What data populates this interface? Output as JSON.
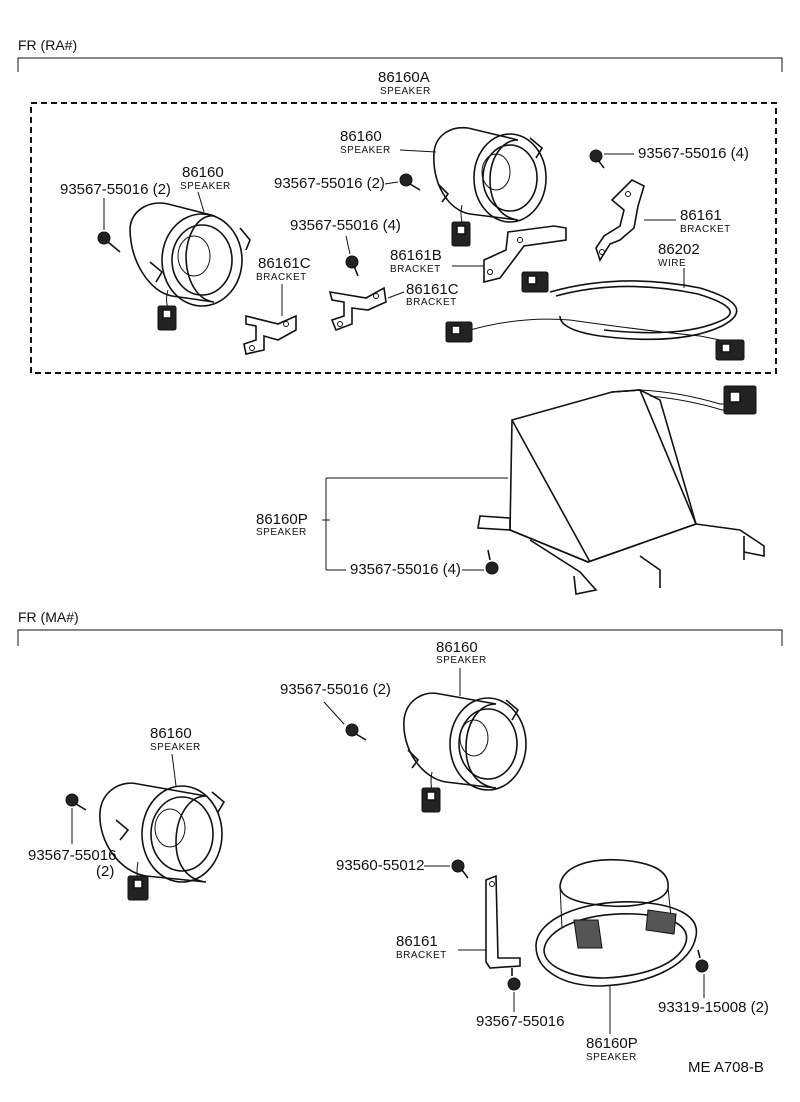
{
  "sections": {
    "upper_title": "FR (RA#)",
    "lower_title": "FR (MA#)"
  },
  "callouts": {
    "assy_num": "86160A",
    "assy_name": "SPEAKER",
    "ra_spk_center_num": "86160",
    "ra_spk_center_name": "SPEAKER",
    "ra_spk_left_num": "86160",
    "ra_spk_left_name": "SPEAKER",
    "ra_screw_left": "93567-55016 (2)",
    "ra_screw_mid": "93567-55016 (2)",
    "ra_screw_right": "93567-55016 (4)",
    "ra_screw_center": "93567-55016 (4)",
    "ra_bracket_c1_num": "86161C",
    "ra_bracket_c1_name": "BRACKET",
    "ra_bracket_c2_num": "86161C",
    "ra_bracket_c2_name": "BRACKET",
    "ra_bracket_b_num": "86161B",
    "ra_bracket_b_name": "BRACKET",
    "ra_bracket_r_num": "86161",
    "ra_bracket_r_name": "BRACKET",
    "ra_wire_num": "86202",
    "ra_wire_name": "WIRE",
    "ra_box_num": "86160P",
    "ra_box_name": "SPEAKER",
    "ra_box_screw": "93567-55016 (4)",
    "ma_spk_center_num": "86160",
    "ma_spk_center_name": "SPEAKER",
    "ma_screw_top": "93567-55016 (2)",
    "ma_spk_left_num": "86160",
    "ma_spk_left_name": "SPEAKER",
    "ma_screw_left_a": "93567-55016",
    "ma_screw_left_b": "(2)",
    "ma_screw_93560": "93560-55012",
    "ma_bracket_num": "86161",
    "ma_bracket_name": "BRACKET",
    "ma_screw_bottom": "93567-55016",
    "ma_oval_num": "86160P",
    "ma_oval_name": "SPEAKER",
    "ma_screw_93319": "93319-15008 (2)"
  },
  "footer": {
    "code": "ME  A708-B"
  }
}
